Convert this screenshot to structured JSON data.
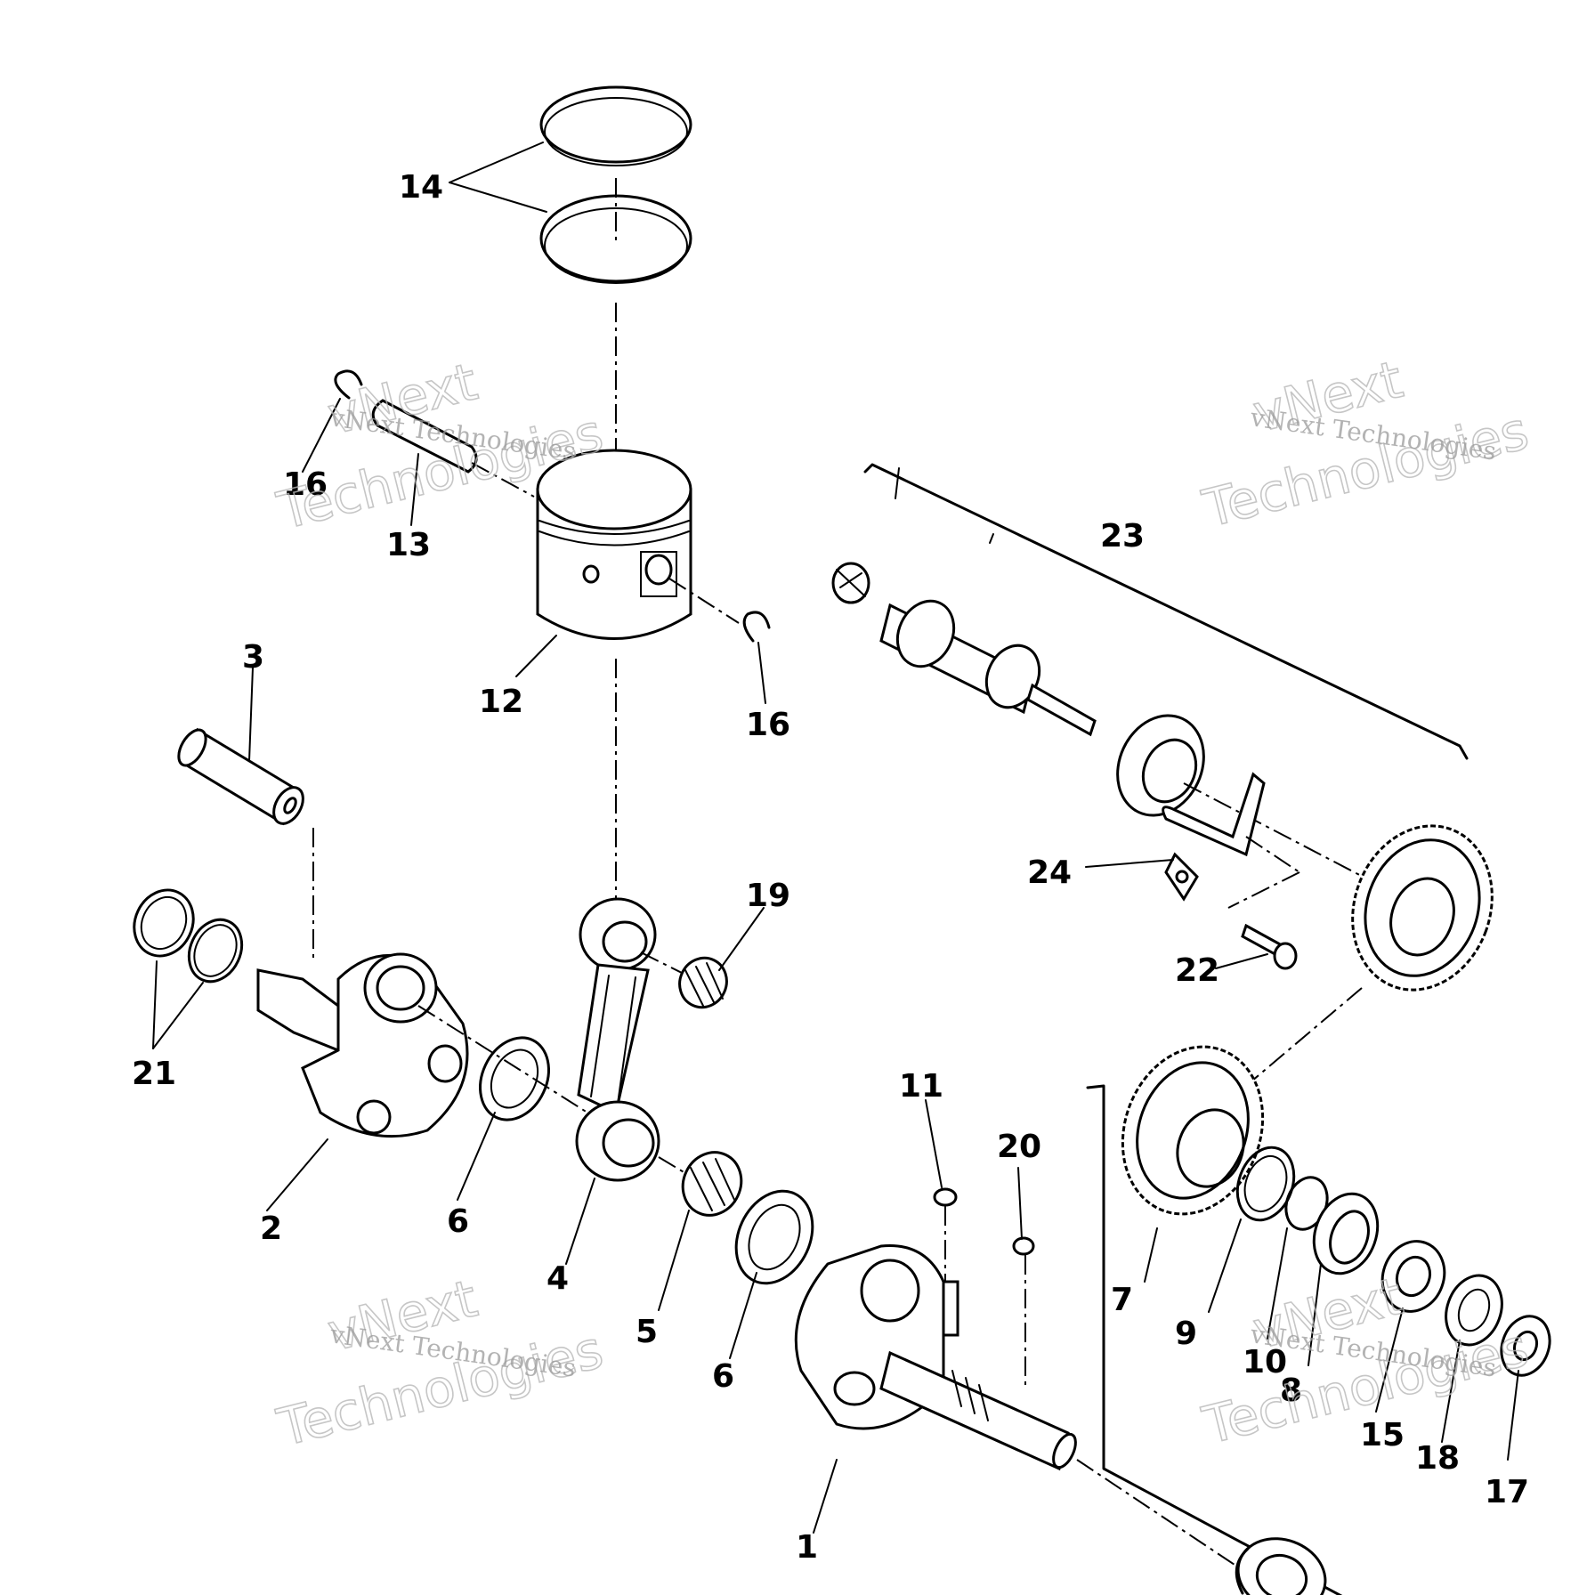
{
  "callouts": [
    {
      "id": "callout-1",
      "text": "1"
    },
    {
      "id": "callout-2",
      "text": "2"
    },
    {
      "id": "callout-3",
      "text": "3"
    },
    {
      "id": "callout-4",
      "text": "4"
    },
    {
      "id": "callout-5",
      "text": "5"
    },
    {
      "id": "callout-6a",
      "text": "6"
    },
    {
      "id": "callout-6b",
      "text": "6"
    },
    {
      "id": "callout-7",
      "text": "7"
    },
    {
      "id": "callout-8",
      "text": "8"
    },
    {
      "id": "callout-9",
      "text": "9"
    },
    {
      "id": "callout-10",
      "text": "10"
    },
    {
      "id": "callout-11",
      "text": "11"
    },
    {
      "id": "callout-12",
      "text": "12"
    },
    {
      "id": "callout-13",
      "text": "13"
    },
    {
      "id": "callout-14",
      "text": "14"
    },
    {
      "id": "callout-15",
      "text": "15"
    },
    {
      "id": "callout-16a",
      "text": "16"
    },
    {
      "id": "callout-16b",
      "text": "16"
    },
    {
      "id": "callout-17",
      "text": "17"
    },
    {
      "id": "callout-18",
      "text": "18"
    },
    {
      "id": "callout-19",
      "text": "19"
    },
    {
      "id": "callout-20",
      "text": "20"
    },
    {
      "id": "callout-21",
      "text": "21"
    },
    {
      "id": "callout-22",
      "text": "22"
    },
    {
      "id": "callout-23",
      "text": "23"
    },
    {
      "id": "callout-24",
      "text": "24"
    }
  ],
  "watermark": {
    "small_text": "vNext Technologies",
    "large_line1": "vNext",
    "large_line2": "Technologies"
  }
}
